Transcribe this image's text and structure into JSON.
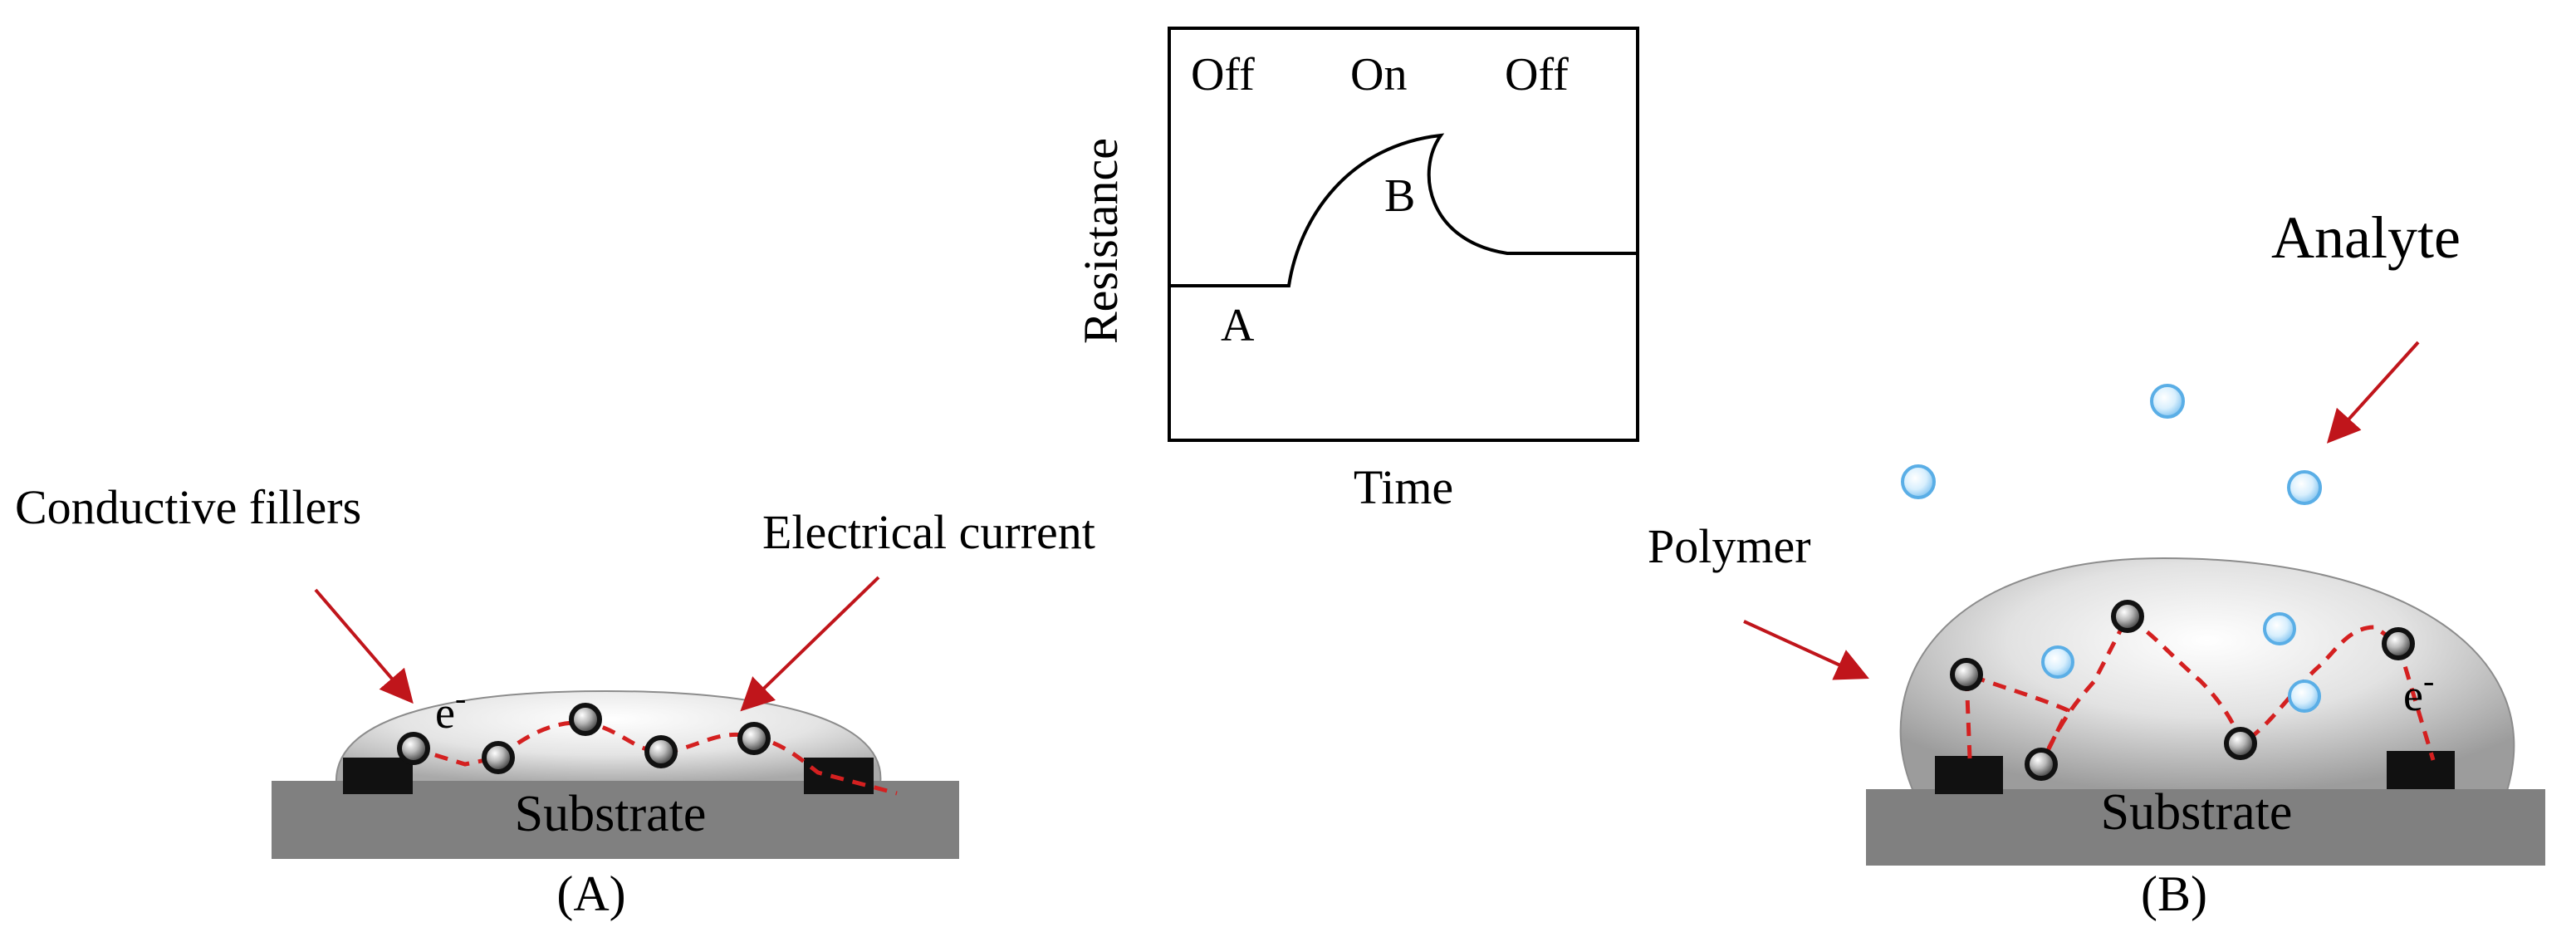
{
  "graph": {
    "state_labels": [
      "Off",
      "On",
      "Off"
    ],
    "point_a": "A",
    "point_b": "B",
    "y_axis_label": "Resistance",
    "x_axis_label": "Time"
  },
  "panel_a": {
    "annotation_fillers": "Conductive fillers",
    "annotation_current": "Electrical current",
    "electron_symbol": "e",
    "electron_superscript": "-",
    "substrate_label": "Substrate",
    "caption": "(A)"
  },
  "panel_b": {
    "annotation_analyte": "Analyte",
    "annotation_polymer": "Polymer",
    "electron_symbol": "e",
    "electron_superscript": "-",
    "substrate_label": "Substrate",
    "caption": "(B)"
  },
  "colors": {
    "arrow": "#c0151b",
    "current_path": "#d42020",
    "substrate": "#808080",
    "electrode": "#111111",
    "analyte_fill": "#cfe9fb",
    "analyte_stroke": "#5aaee6"
  }
}
